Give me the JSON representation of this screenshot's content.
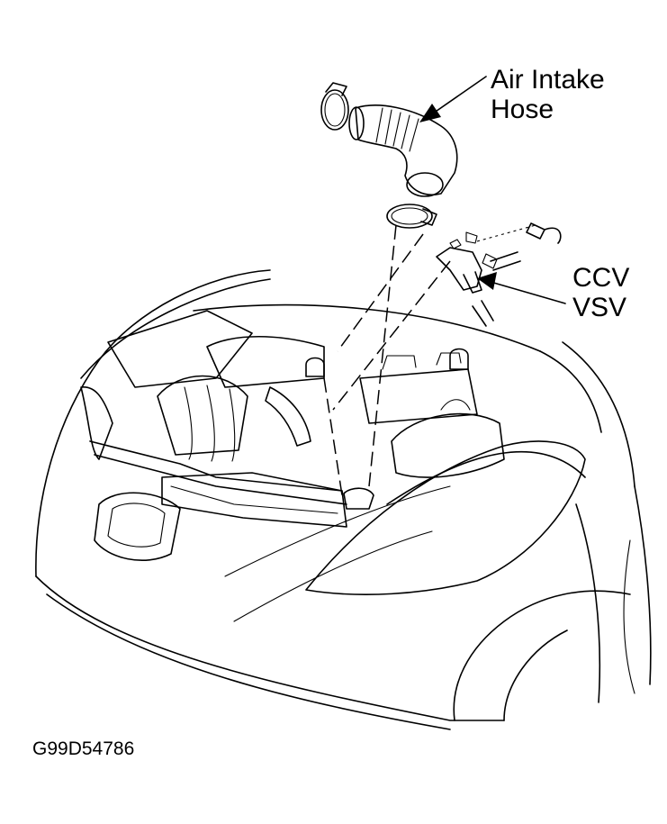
{
  "labels": {
    "air_intake_line1": "Air Intake",
    "air_intake_line2": "Hose",
    "ccv_line1": "CCV",
    "ccv_line2": "VSV",
    "figure_code": "G99D54786"
  },
  "colors": {
    "ink": "#000000",
    "paper": "#ffffff"
  }
}
